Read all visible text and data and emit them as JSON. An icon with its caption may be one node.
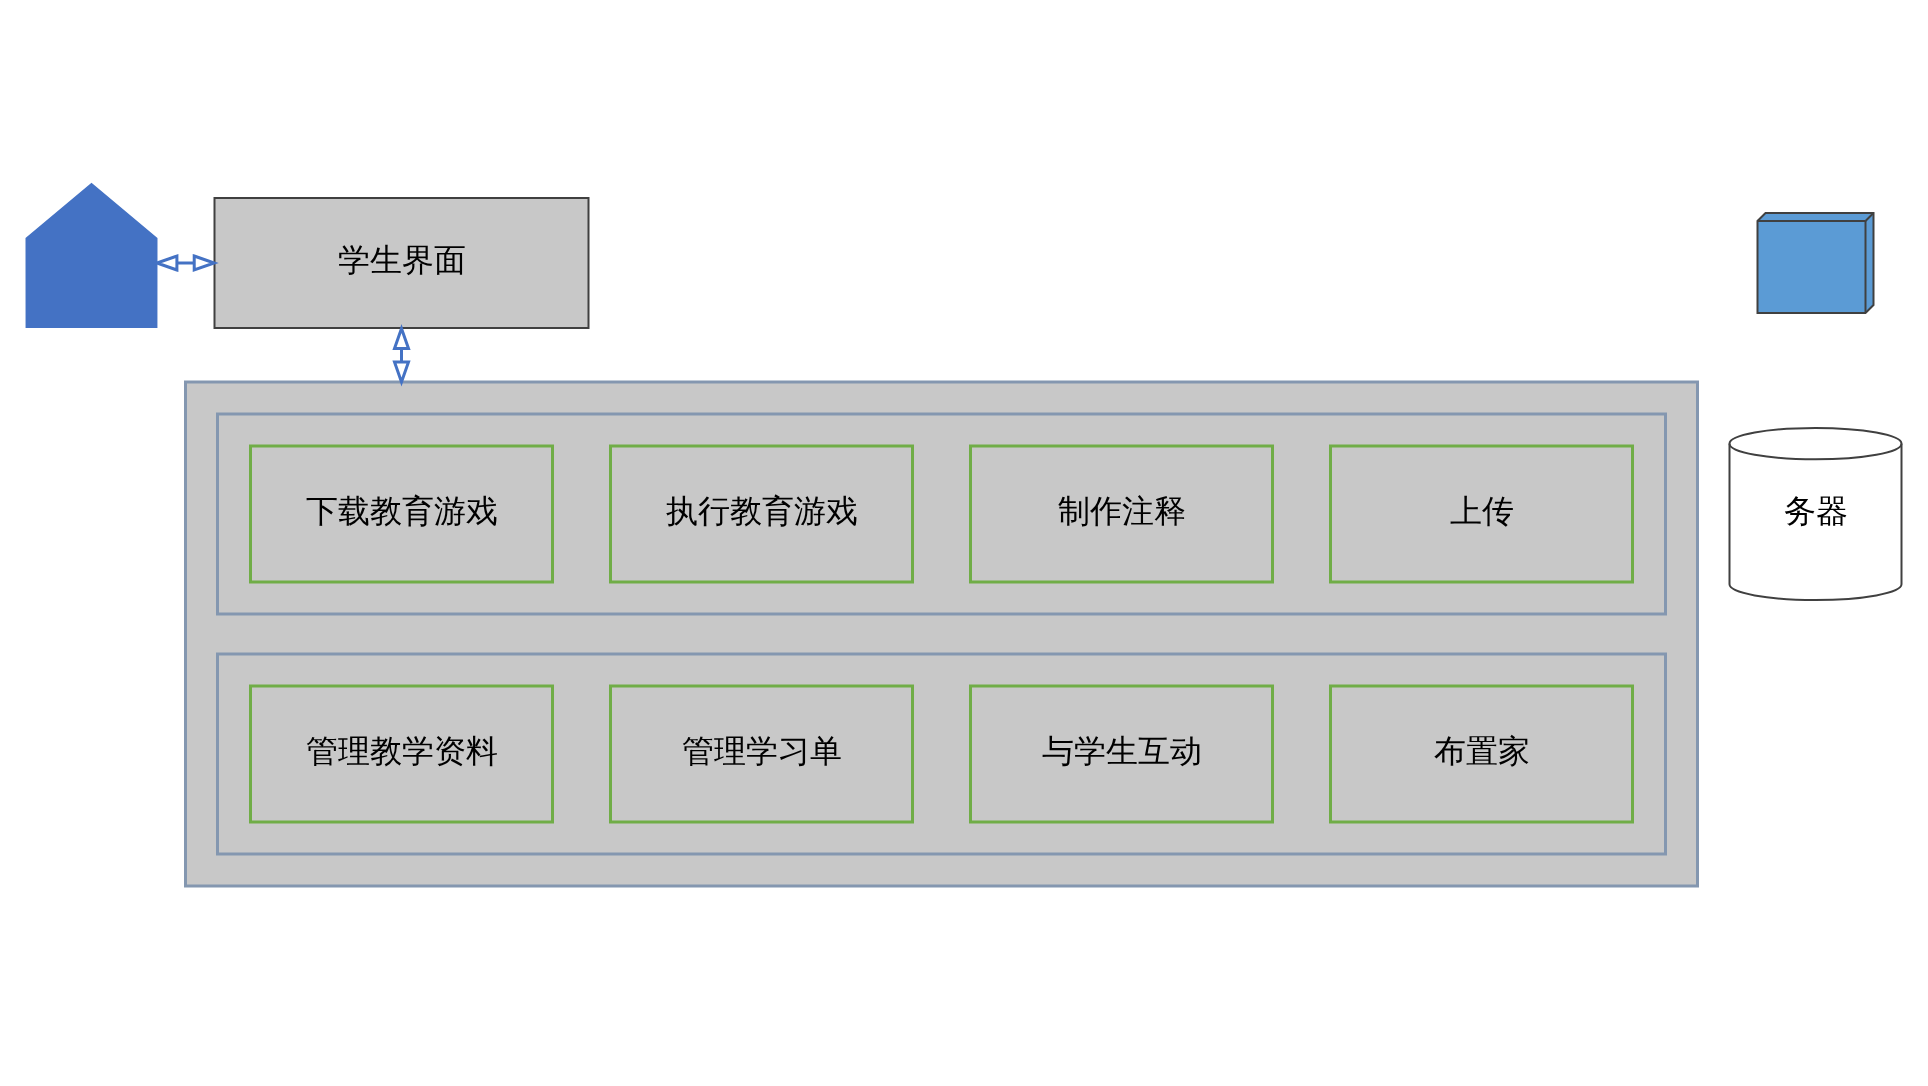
{
  "diagram": {
    "nodes": [
      {
        "text": [],
        "shape": "person"
      },
      {
        "text": [
          "学生界面"
        ]
      },
      {
        "text": [],
        "shape": "box"
      },
      {
        "text": [],
        "shape": "box",
        "in": 2
      },
      {
        "text": [
          "下载教育游戏"
        ],
        "in": 3
      },
      {
        "text": [
          "执行教育游戏"
        ],
        "in": 3
      },
      {
        "text": [
          "制作注释"
        ],
        "in": 3
      },
      {
        "text": [
          "上传"
        ],
        "in": 3
      },
      {
        "text": [],
        "shape": "box",
        "in": 2
      },
      {
        "text": [
          "管理教学资料"
        ],
        "in": 8
      },
      {
        "text": [
          "管理学习单"
        ],
        "in": 8
      },
      {
        "text": [
          "与学生互动"
        ],
        "in": 8
      },
      {
        "text": [
          "布置家"
        ],
        "in": 8
      },
      {
        "text": [],
        "shape": "picture"
      },
      {
        "text": [
          "务器"
        ]
      }
    ],
    "edges": [
      {
        "from": 0,
        "to": 1,
        "arrow": "both"
      },
      {
        "from": 1,
        "to": 2,
        "arrow": "both"
      }
    ]
  }
}
